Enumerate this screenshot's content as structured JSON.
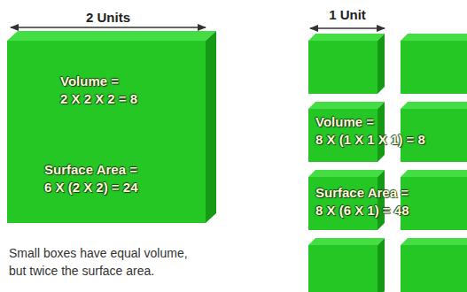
{
  "diagram": {
    "caption": "Small boxes have equal volume, but twice the surface area.",
    "nodes": [
      {
        "text": [
          "Volume = 2 X 2 X 2 = 8",
          "Surface Area = 6 X (2 X 2) = 24"
        ]
      }
    ],
    "labels": [
      "2 Units",
      "1 Unit",
      "Volume = 8 X (1 X 1 X 1) = 8",
      "Surface Area = 8 X (6 X 1) = 48"
    ]
  }
}
